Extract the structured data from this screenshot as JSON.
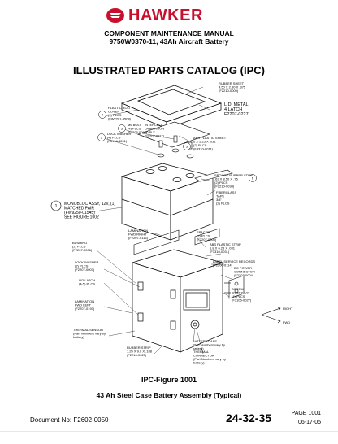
{
  "brand": {
    "name": "HAWKER",
    "color": "#c8102e"
  },
  "header": {
    "line1": "COMPONENT MAINTENANCE MANUAL",
    "line2": "9750W0370-11, 43Ah Aircraft Battery"
  },
  "title": "ILLUSTRATED PARTS CATALOG (IPC)",
  "callouts": {
    "rubber_sheet": [
      "RUBBER SHEET",
      "4.50 X 2.50 X .375",
      "(F2210-0009)"
    ],
    "lid": [
      "LID, METAL",
      "4 LATCH",
      "F2207-0227"
    ],
    "plastic_bolt": [
      "PLASTIC BOLT",
      "COVER",
      "(4) PLCS",
      "(FW2201-9508)"
    ],
    "ms_bolt": [
      "M6 BOLT",
      "(4) PLCS",
      "(F2205-0099)"
    ],
    "lock_washer_top": [
      "LOCK WASHER",
      "(4) PLCS",
      "(F3104-4201)"
    ],
    "intercell": [
      "INTERCELL",
      "LAMINATION",
      "10 PLY",
      "(F2207-0117)"
    ],
    "abs_sheet": [
      "ABS PLASTIC SHEET",
      "6 X 5.25 X .031",
      "(2) PLCS",
      "(F3310-0011)"
    ],
    "monobloc": [
      "MONOBLOC ASSY, 12V, (1)",
      "MATCHED PAIR",
      "(FW9250-01543)",
      "SEE FIGURE 1002"
    ],
    "sponge": [
      "SPONGE RUBBER STRIP",
      ".63 X 8.50 X .75",
      "(2) PLCS",
      "(F2210-0034)"
    ],
    "fiberglass": [
      "FIBERGLASS",
      "TAPE",
      "3/4\"",
      "(2) PLCS"
    ],
    "lam_right": [
      "LAMINATION",
      "FWD RIGHT",
      "(F2207-0116)"
    ],
    "spacer": [
      "SPACER",
      "(2) PLCS",
      "(F2207-0005)"
    ],
    "abs_strip": [
      "ABS PLASTIC STRIP",
      "1.8 X 6.25 X .031",
      "(F3310-0031)"
    ],
    "bushing": [
      "BUSHING",
      "(2) PLCS",
      "(F2207-0036)"
    ],
    "label": [
      "LABEL SERVICE RECORDS",
      "(F2200-0114)"
    ],
    "lock_washer_mid": [
      "LOCK WASHER",
      "(2) PLCS",
      "(F2207-0007)"
    ],
    "dc_connector": [
      "DC POWER",
      "CONNECTOR",
      "(F2203-0004)"
    ],
    "lid_latch": [
      "LID LATCH",
      "(4-5) PLCS"
    ],
    "screw": [
      "SCREW",
      "10-32 X 1/2",
      "(4) PLCS",
      "(F3105-0027)"
    ],
    "lam_left": [
      "LAMINATION",
      "FWD LEFT",
      "(F2207-0193)"
    ],
    "right": [
      "RIGHT"
    ],
    "fwd": [
      "FWD"
    ],
    "thermal_sensor": [
      "THERMAL SENSOR",
      "(Part Numbers vary by",
      "battery)"
    ],
    "battery_case": [
      "BATTERY CASE",
      "(Part Numbers vary by",
      "battery)"
    ],
    "rubber_strip": [
      "RUBBER STRIP",
      "1.25 X 9.0 X .188",
      "(F2210-0023)"
    ],
    "thermal_connector": [
      "THERMAL",
      "CONNECTOR",
      "(Part Numbers vary by",
      "battery)"
    ],
    "num1": "1",
    "num2": "2",
    "num3": "3",
    "num4": "4",
    "num5": "5",
    "num6": "6"
  },
  "figure": {
    "label": "IPC-Figure 1001",
    "caption": "43 Ah Steel Case Battery Assembly (Typical)"
  },
  "footer": {
    "doc_no": "Document No: F2602-0050",
    "ata": "24-32-35",
    "page": "PAGE 1001",
    "date": "06-17-05"
  }
}
